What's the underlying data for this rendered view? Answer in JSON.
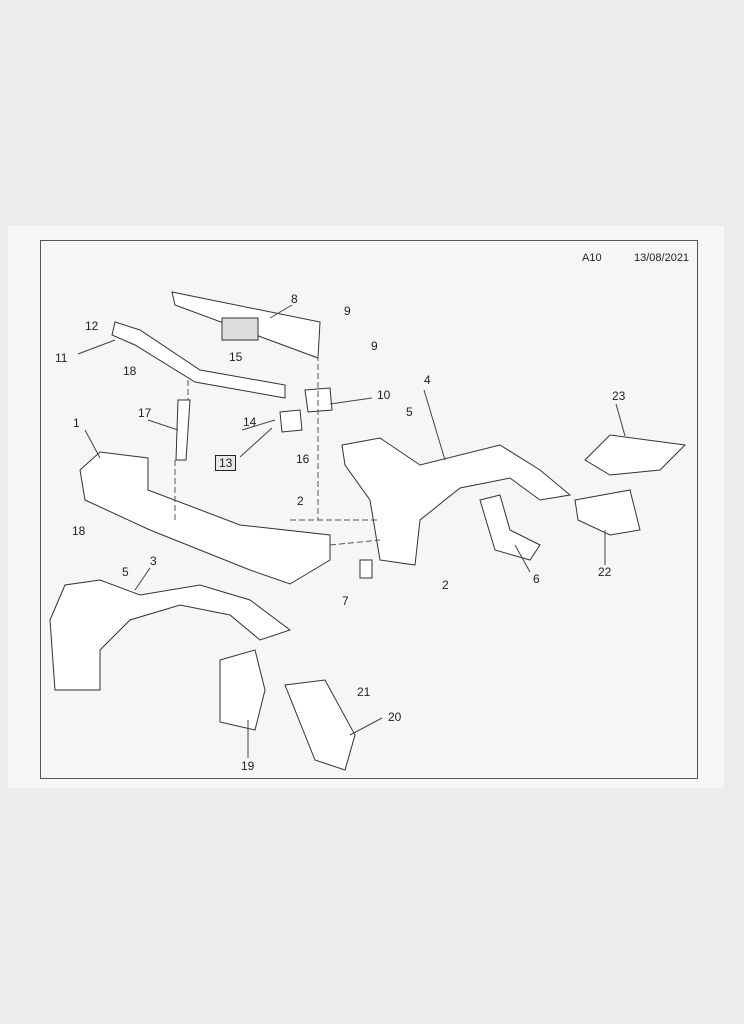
{
  "header": {
    "code": "A10",
    "date": "13/08/2021"
  },
  "callouts": [
    "1",
    "2",
    "2",
    "3",
    "4",
    "5",
    "5",
    "6",
    "7",
    "8",
    "9",
    "9",
    "10",
    "11",
    "12",
    "13",
    "14",
    "15",
    "16",
    "17",
    "18",
    "18",
    "19",
    "20",
    "21",
    "22",
    "23"
  ]
}
